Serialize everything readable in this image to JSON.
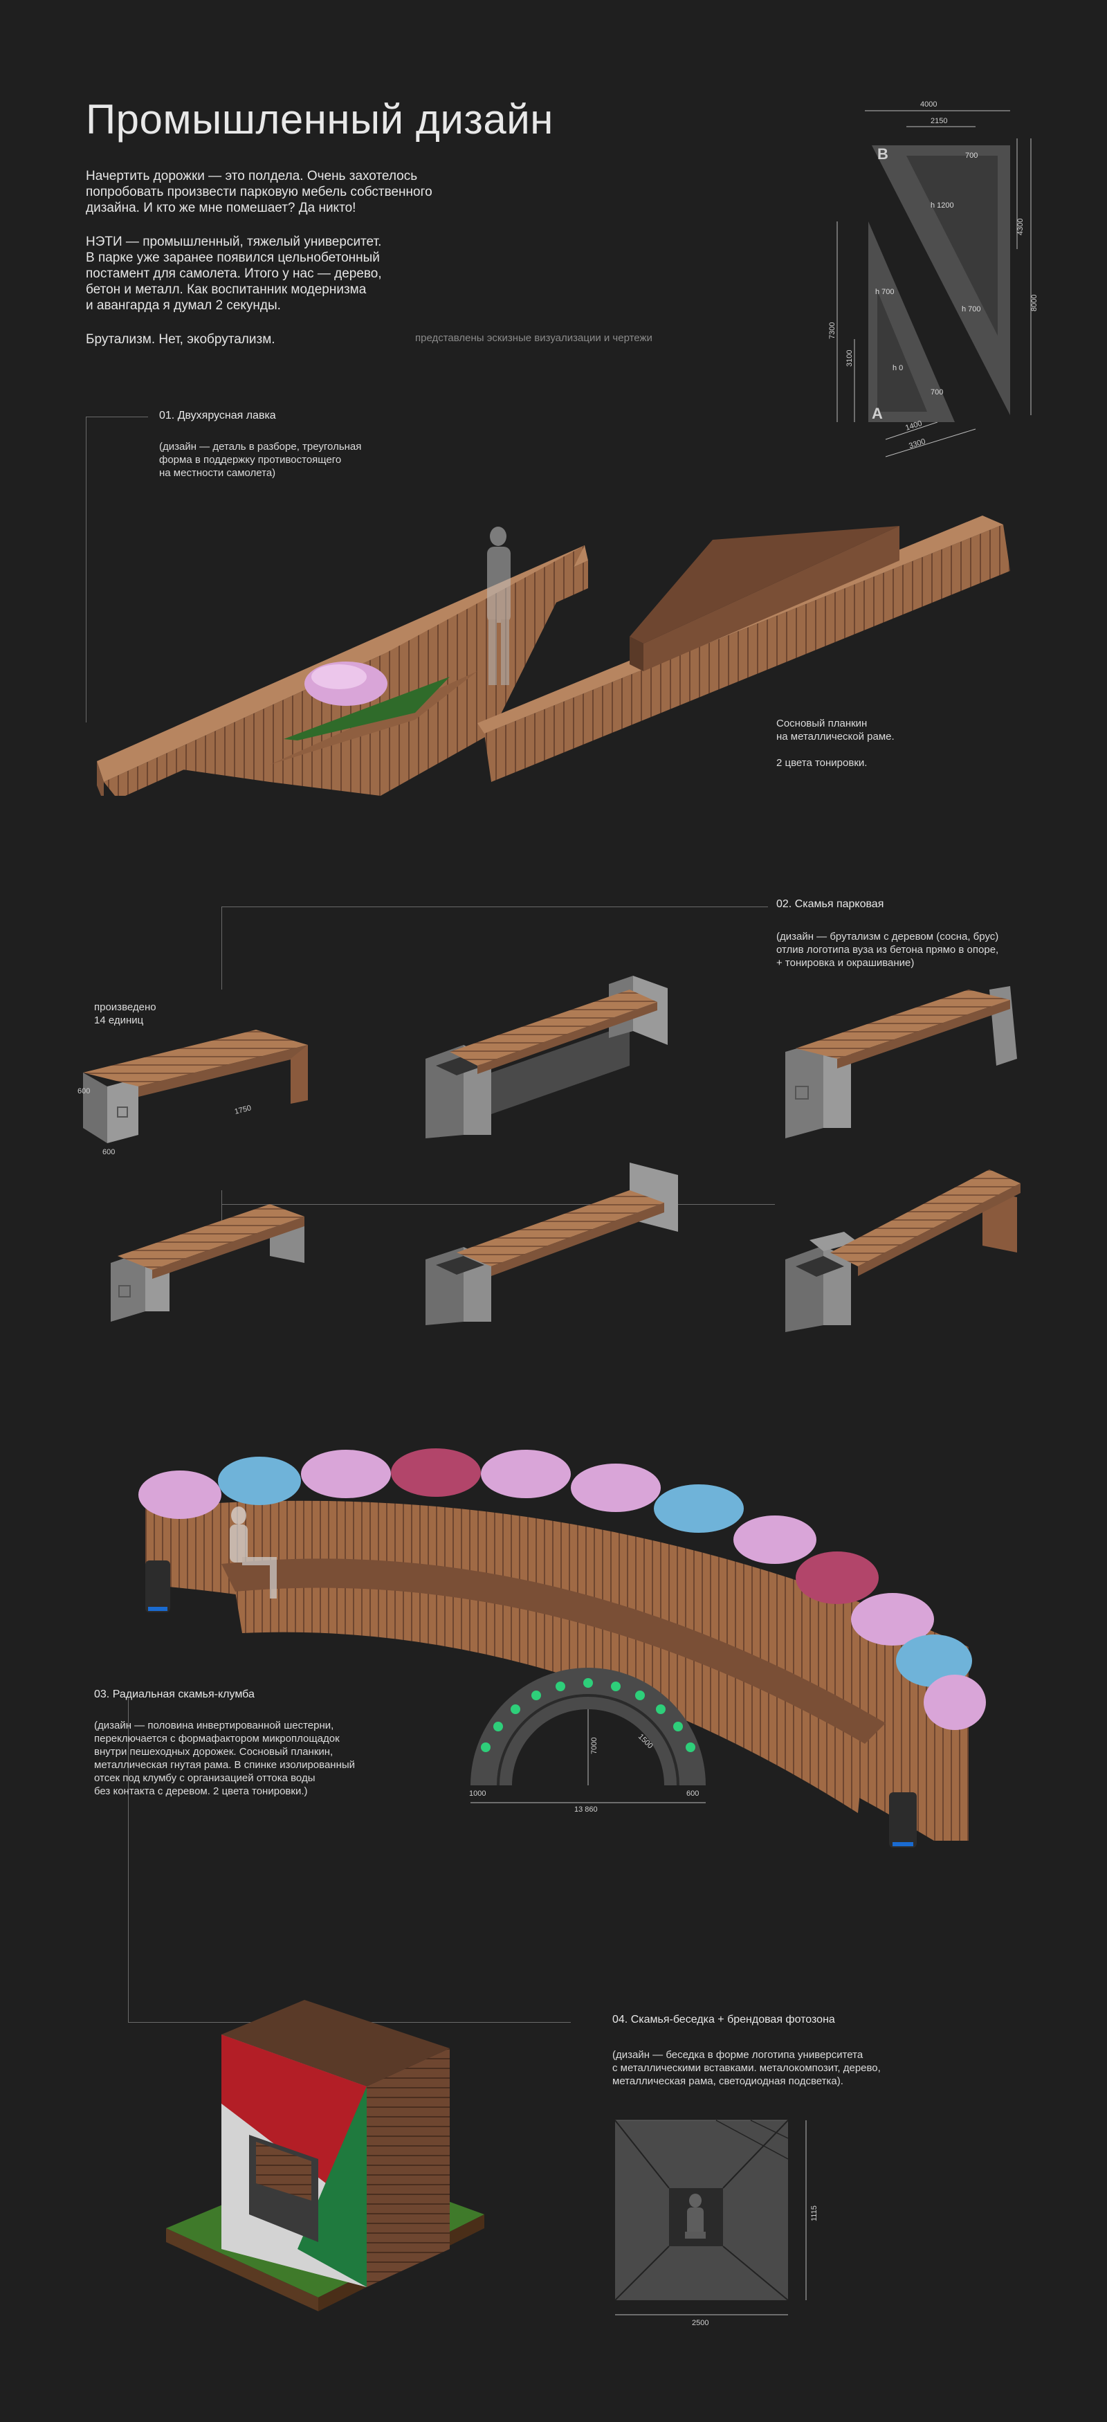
{
  "header": {
    "title": "Промышленный дизайн",
    "paragraphs": [
      "Начертить дорожки — это полдела. Очень захотелось\nпопробовать произвести парковую мебель собственного\nдизайна. И кто же мне помешает? Да никто!",
      "НЭТИ — промышленный, тяжелый университет.\nВ парке уже заранее появился цельнобетонный\nпостамент для самолета. Итого у нас — дерево,\nбетон и металл. Как воспитанник модернизма\nи авангарда я думал 2 секунды.",
      "Брутализм. Нет, экобрутализм."
    ],
    "note": "представлены эскизные визуализации и чертежи"
  },
  "plan_drawing": {
    "letter_b": "B",
    "letter_a": "A",
    "dims": {
      "d4000": "4000",
      "d2150": "2150",
      "d700a": "700",
      "h1200": "h 1200",
      "d4300": "4300",
      "d8000": "8000",
      "d7300": "7300",
      "h700a": "h 700",
      "h700b": "h 700",
      "d3100": "3100",
      "h0": "h 0",
      "d700b": "700",
      "d1400": "1400",
      "d3300": "3300"
    }
  },
  "section1": {
    "label": "01. Двухярусная лавка",
    "desc": "(дизайн — деталь в разборе, треугольная\nформа в поддержку противостоящего\nна местности самолета)",
    "side_note": "Сосновый планкин\nна металлической раме.\n\n2 цвета тонировки."
  },
  "section2": {
    "label": "02. Скамья парковая",
    "desc": "(дизайн — брутализм с деревом (сосна, брус)\nотлив логотипа вуза из бетона прямо в опоре,\n+ тонировка и окрашивание)",
    "produced": "произведено\n14 единиц",
    "dims": {
      "height": "600",
      "depth": "600",
      "length": "1750"
    }
  },
  "section3": {
    "label": "03. Радиальная скамья-клумба",
    "desc": "(дизайн — половина инвертированной шестерни,\nпереключается с формафактором микроплощадок\nвнутри пешеходных дорожек. Сосновый планкин,\nметаллическая гнутая рама. В спинке изолированный\nотсек под клумбу с организацией оттока воды\nбез контакта с деревом. 2 цвета тонировки.)",
    "dims": {
      "d1000": "1000",
      "d7000": "7000",
      "d1500": "1500",
      "d600": "600",
      "d13860": "13 860"
    }
  },
  "section4": {
    "label": "04. Скамья-беседка + брендовая фотозона",
    "desc": "(дизайн — беседка в форме логотипа университета\nс металлическими вставками. металокомпозит, дерево,\nметаллическая рама, светодиодная подсветка).",
    "dims": {
      "width": "2500",
      "height": "1115"
    }
  },
  "colors": {
    "background": "#1f1f1f",
    "wood": "#a06a45",
    "wood_dark": "#6e4630",
    "concrete": "#8a8a8a",
    "logo_red": "#b31e26",
    "logo_green": "#1f7a3e",
    "flower_pink": "#d9a5d8",
    "flower_blue": "#6fb3d9",
    "flower_magenta": "#b2456a"
  }
}
